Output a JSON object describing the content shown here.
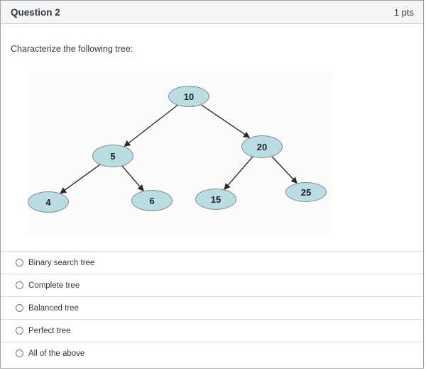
{
  "header": {
    "title": "Question 2",
    "points": "1 pts"
  },
  "question": {
    "prompt": "Characterize the following tree:"
  },
  "diagram": {
    "type": "binary-tree",
    "nodes": [
      {
        "value": "10"
      },
      {
        "value": "5"
      },
      {
        "value": "20"
      },
      {
        "value": "4"
      },
      {
        "value": "6"
      },
      {
        "value": "15"
      },
      {
        "value": "25"
      }
    ],
    "edges": [
      [
        "10",
        "5"
      ],
      [
        "10",
        "20"
      ],
      [
        "5",
        "4"
      ],
      [
        "5",
        "6"
      ],
      [
        "20",
        "15"
      ],
      [
        "20",
        "25"
      ]
    ],
    "node_fill_color": "#b9dde2",
    "node_border_color": "#85898c",
    "edge_color": "#2b2b2b"
  },
  "options": [
    {
      "label": "Binary search tree",
      "selected": false
    },
    {
      "label": "Complete tree",
      "selected": false
    },
    {
      "label": "Balanced tree",
      "selected": false
    },
    {
      "label": "Perfect tree",
      "selected": false
    },
    {
      "label": "All of the above",
      "selected": false
    }
  ],
  "colors": {
    "header_background": "#f5f5f5",
    "card_border": "#9aa1a6",
    "text": "#2d3b45",
    "divider": "#dcdfe2"
  }
}
